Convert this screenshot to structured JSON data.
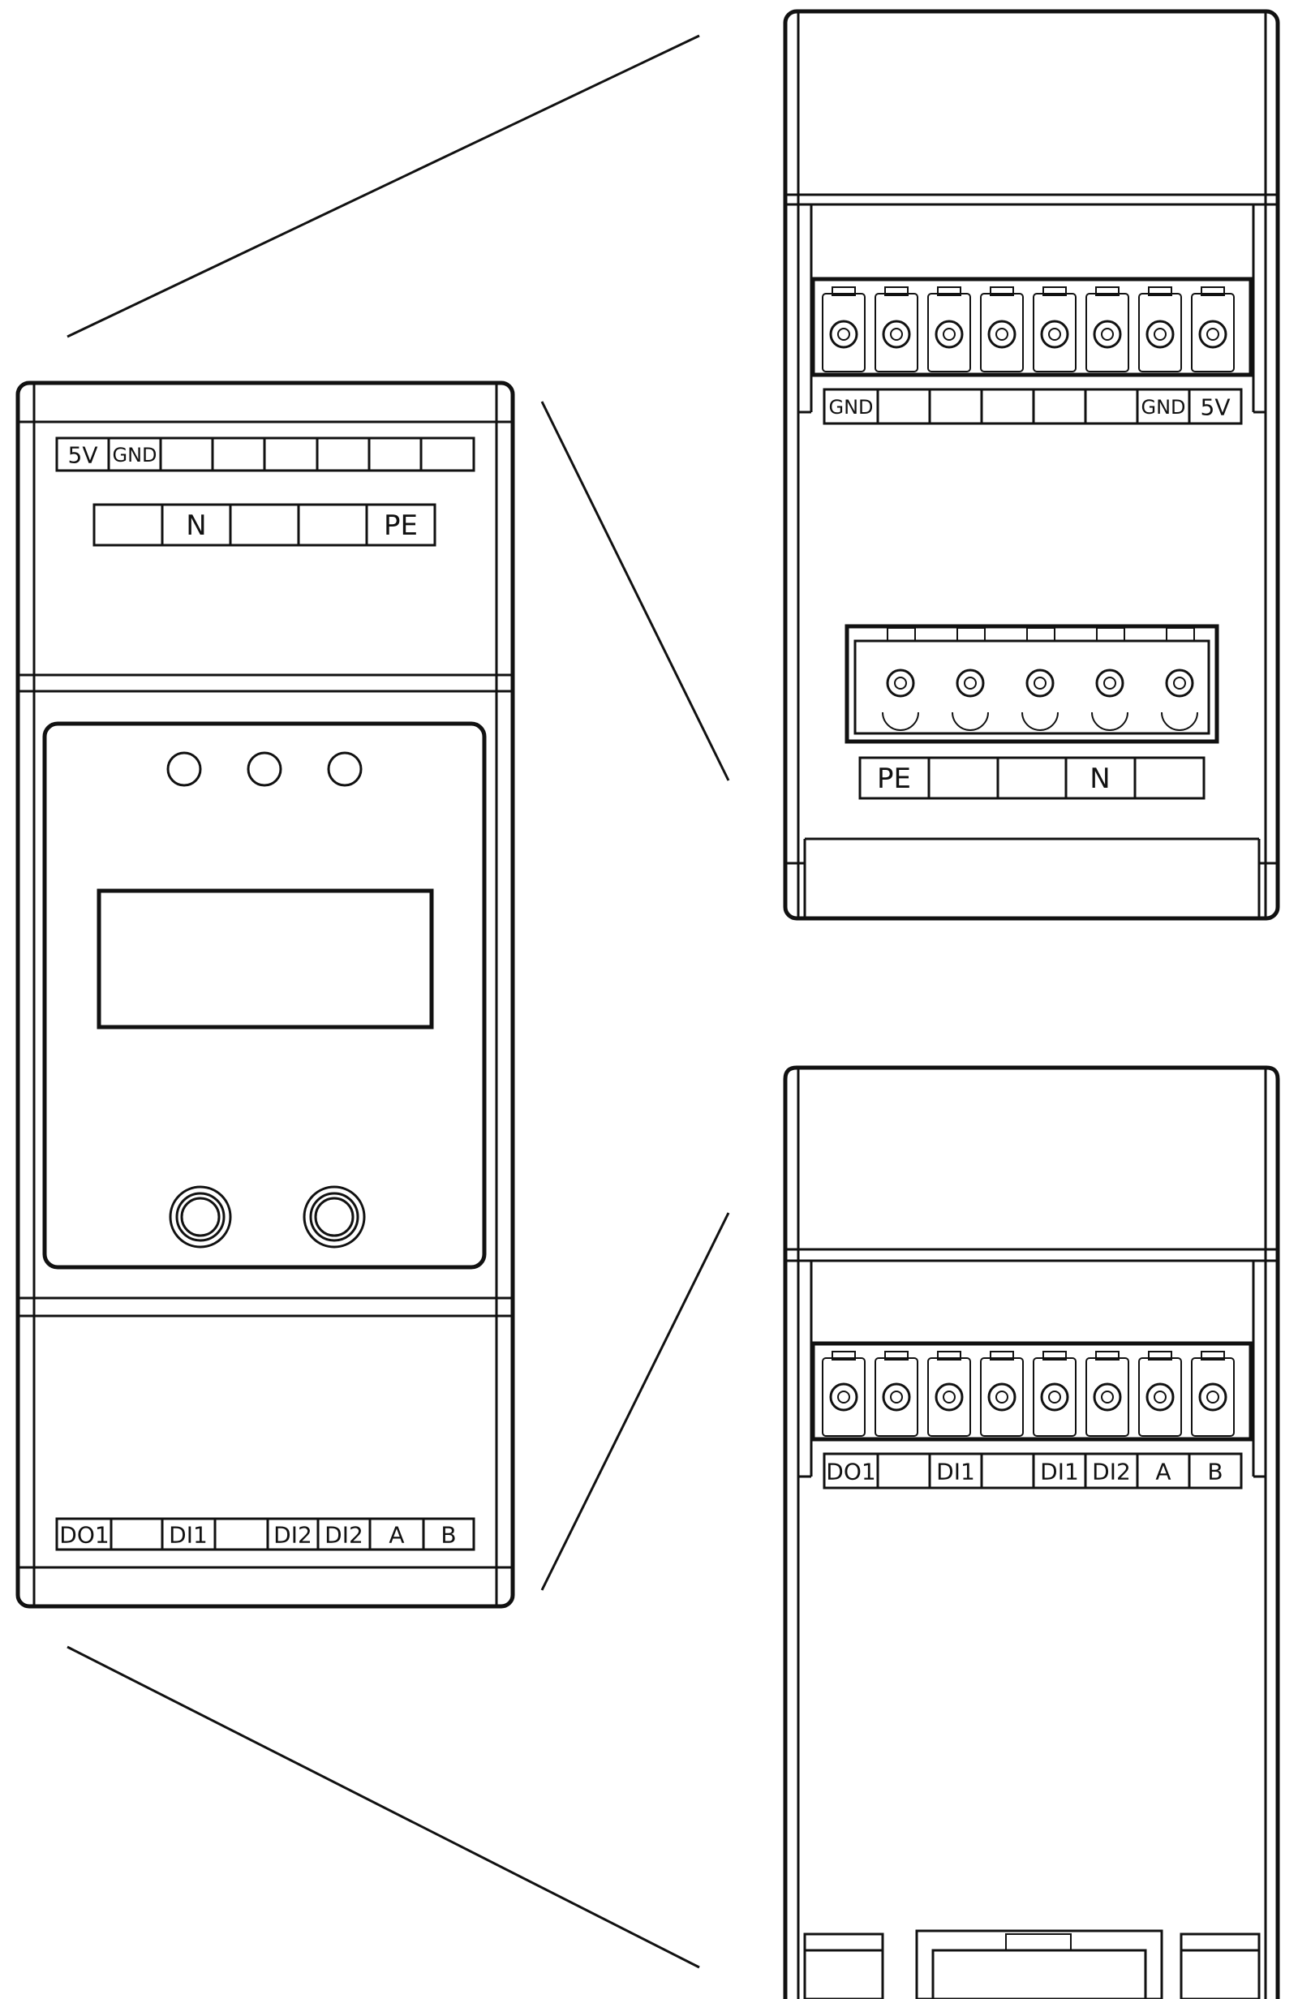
{
  "front_panel": {
    "top_labels": [
      "5V",
      "GND",
      "",
      "",
      "",
      "",
      "",
      ""
    ],
    "power_labels": [
      "",
      "N",
      "",
      "",
      "PE"
    ],
    "bottom_labels": [
      "DO1",
      "",
      "DI1",
      "",
      "DI2",
      "DI2",
      "A",
      "B"
    ]
  },
  "top_detail": {
    "signal_labels": [
      "GND",
      "",
      "",
      "",
      "",
      "",
      "GND",
      "5V"
    ],
    "power_labels": [
      "PE",
      "",
      "",
      "N",
      ""
    ]
  },
  "bottom_detail": {
    "signal_labels": [
      "DO1",
      "",
      "DI1",
      "",
      "DI1",
      "DI2",
      "A",
      "B"
    ]
  }
}
